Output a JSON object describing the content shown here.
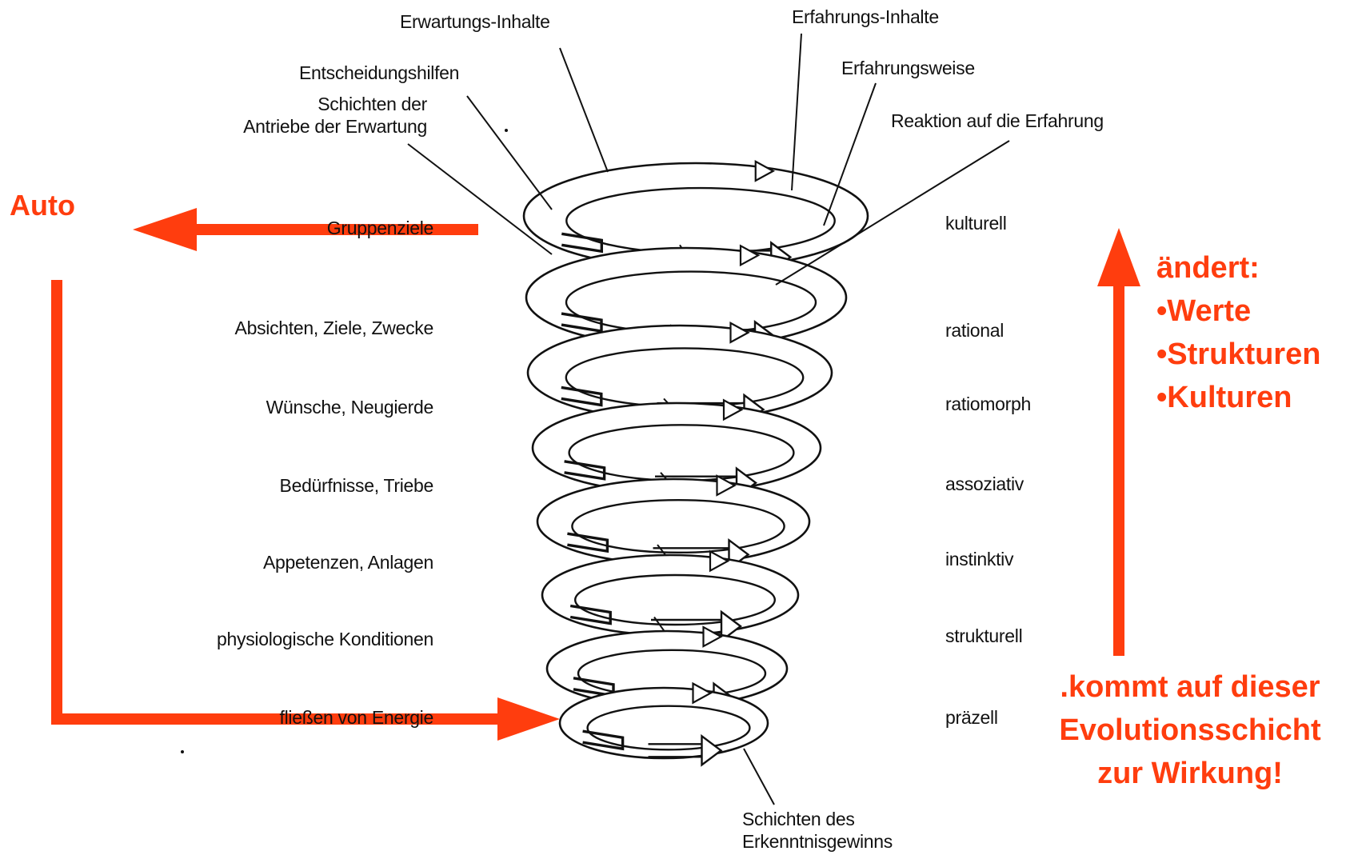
{
  "top_labels": {
    "erwartungs_inhalte": "Erwartungs-Inhalte",
    "erfahrungs_inhalte": "Erfahrungs-Inhalte",
    "entscheidungshilfen": "Entscheidungshilfen",
    "erfahrungsweise": "Erfahrungsweise",
    "schichten_der_line1": "Schichten der",
    "schichten_der_line2": "Antriebe der Erwartung",
    "reaktion": "Reaktion auf die Erfahrung"
  },
  "left_labels": [
    "Gruppenziele",
    "Absichten, Ziele, Zwecke",
    "Wünsche, Neugierde",
    "Bedürfnisse, Triebe",
    "Appetenzen, Anlagen",
    "physiologische Konditionen",
    "fließen von Energie"
  ],
  "right_labels": [
    "kulturell",
    "rational",
    "ratiomorph",
    "assoziativ",
    "instinktiv",
    "strukturell",
    "präzell"
  ],
  "bottom_label": {
    "line1": "Schichten des",
    "line2": "Erkenntnisgewinns"
  },
  "annotations": {
    "auto": "Auto",
    "aendert": "ändert:",
    "bullets": [
      "•Werte",
      "•Strukturen",
      "•Kulturen"
    ],
    "kommt_line1": ".kommt auf dieser",
    "kommt_line2": "Evolutionsschicht",
    "kommt_line3": "zur Wirkung!"
  },
  "colors": {
    "accent": "#ff3d0e",
    "ink": "#111111"
  }
}
